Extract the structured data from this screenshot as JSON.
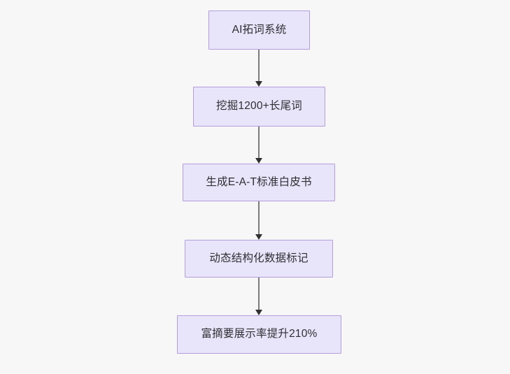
{
  "diagram": {
    "type": "flowchart",
    "direction": "top-to-bottom",
    "background_color": "#f7f7f7",
    "node_fill_color": "#e8e4fa",
    "node_border_color": "#b39ddb",
    "node_text_color": "#2f2f33",
    "edge_line_color": "#7c7c7c",
    "edge_arrowhead_color": "#303030",
    "nodes": [
      {
        "id": "n1",
        "label": "AI拓词系统"
      },
      {
        "id": "n2",
        "label": "挖掘1200+长尾词"
      },
      {
        "id": "n3",
        "label": "生成E-A-T标准白皮书"
      },
      {
        "id": "n4",
        "label": "动态结构化数据标记"
      },
      {
        "id": "n5",
        "label": "富摘要展示率提升210%"
      }
    ],
    "edges": [
      {
        "from": "n1",
        "to": "n2",
        "label": ""
      },
      {
        "from": "n2",
        "to": "n3",
        "label": ""
      },
      {
        "from": "n3",
        "to": "n4",
        "label": ""
      },
      {
        "from": "n4",
        "to": "n5",
        "label": ""
      }
    ]
  }
}
